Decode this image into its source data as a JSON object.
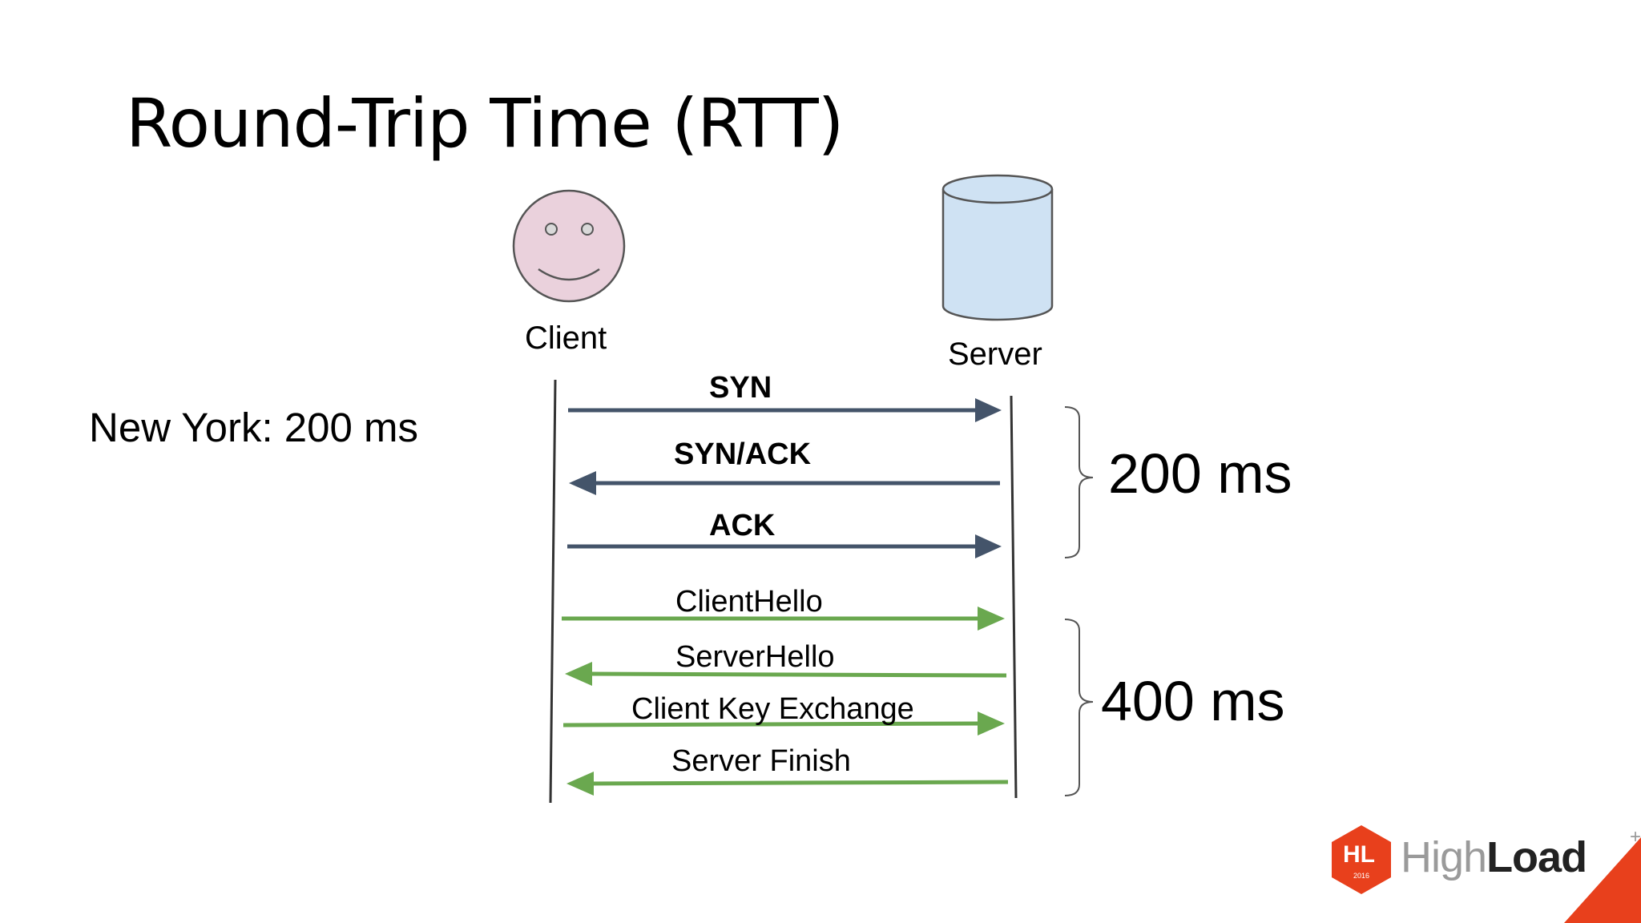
{
  "title": "Round-Trip Time (RTT)",
  "note": "New York: 200 ms",
  "actors": {
    "client": "Client",
    "server": "Server"
  },
  "handshake_tcp": {
    "messages": [
      {
        "label": "SYN",
        "direction": "client-to-server"
      },
      {
        "label": "SYN/ACK",
        "direction": "server-to-client"
      },
      {
        "label": "ACK",
        "direction": "client-to-server"
      }
    ],
    "duration": "200 ms",
    "color": "#44546a"
  },
  "handshake_tls": {
    "messages": [
      {
        "label": "ClientHello",
        "direction": "client-to-server"
      },
      {
        "label": "ServerHello",
        "direction": "server-to-client"
      },
      {
        "label": "Client Key Exchange",
        "direction": "client-to-server"
      },
      {
        "label": "Server Finish",
        "direction": "server-to-client"
      }
    ],
    "duration": "400 ms",
    "color": "#6aa84f"
  },
  "logo": {
    "badge": "HL",
    "badge_year": "2016",
    "brand_light": "High",
    "brand_dark": "Load",
    "brand_suffix": "++",
    "accent": "#e8401c"
  }
}
